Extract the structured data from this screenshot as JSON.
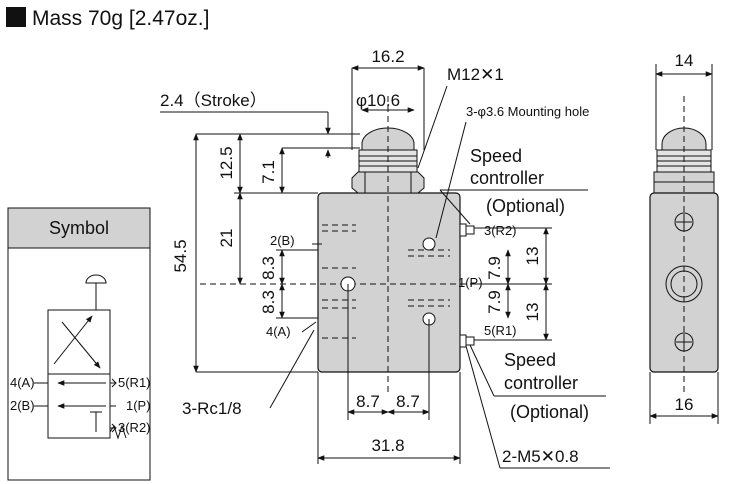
{
  "title": "Mass 70g [2.47oz.]",
  "symbol": {
    "header": "Symbol",
    "ports": {
      "p4": "4(A)",
      "p2": "2(B)",
      "p5": "5(R1)",
      "p1": "1(P)",
      "p3": "3(R2)"
    }
  },
  "front": {
    "dims": {
      "top_width": "16.2",
      "thread": "M12✕1",
      "button_dia": "φ10.6",
      "stroke": "2.4（Stroke）",
      "mounting_hole": "3-φ3.6 Mounting hole",
      "h12_5": "12.5",
      "h7_1": "7.1",
      "h54_5": "54.5",
      "h21": "21",
      "h8_3_upper": "8.3",
      "h8_3_lower": "8.3",
      "h7_9_upper": "7.9",
      "h7_9_lower": "7.9",
      "h13_upper": "13",
      "h13_lower": "13",
      "w8_7_left": "8.7",
      "w8_7_right": "8.7",
      "w31_8": "31.8",
      "port_thread": "3-Rc1/8",
      "pilot_thread": "2-M5✕0.8"
    },
    "ports": {
      "p2": "2(B)",
      "p4": "4(A)",
      "p1": "1(P)",
      "p3": "3(R2)",
      "p5": "5(R1)"
    },
    "speed_top": [
      "Speed",
      "controller",
      "(Optional)"
    ],
    "speed_bottom": [
      "Speed",
      "controller",
      "(Optional)"
    ]
  },
  "side": {
    "top_width": "14",
    "bottom_width": "16"
  }
}
